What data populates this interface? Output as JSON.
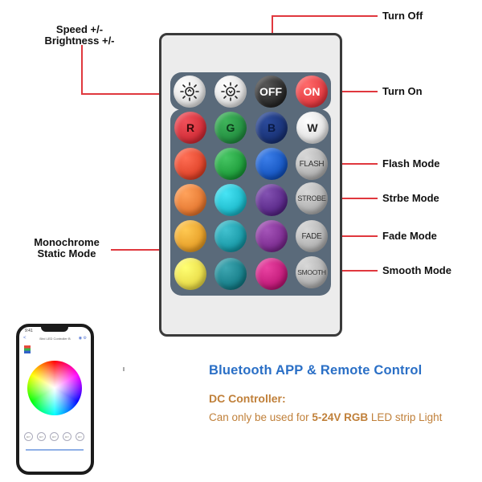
{
  "callouts": {
    "speed": "Speed +/-",
    "brightness": "Brightness +/-",
    "turn_off": "Turn Off",
    "turn_on": "Turn On",
    "flash_mode": "Flash Mode",
    "strobe_mode": "Strbe Mode",
    "fade_mode": "Fade Mode",
    "smooth_mode": "Smooth Mode",
    "monochrome_1": "Monochrome",
    "monochrome_2": "Static Mode"
  },
  "remote": {
    "off": "OFF",
    "on": "ON",
    "r": "R",
    "g": "G",
    "b": "B",
    "w": "W",
    "flash": "FLASH",
    "strobe": "STROBE",
    "fade": "FADE",
    "smooth": "SMOOTH",
    "icons": [
      "brightness-up-icon",
      "brightness-down-icon"
    ]
  },
  "colors": {
    "grid": [
      [
        "#e8462c",
        "#1f9e3c",
        "#1457c2"
      ],
      [
        "#f07a33",
        "#1fbccd",
        "#5b2a8a"
      ],
      [
        "#f2a12a",
        "#1a9aa8",
        "#7d2d91"
      ],
      [
        "#f5e04a",
        "#167f8a",
        "#c21b7a"
      ]
    ],
    "accent_blue": "#2a6fc6",
    "accent_orange": "#c0803a",
    "callout_line": "#e0383e"
  },
  "phone": {
    "status_time": "9:41",
    "title": "Bird LED Controller B",
    "back": "<",
    "icons": "◉ ⚙",
    "dots": [
      "DIY",
      "DIY",
      "DIY",
      "DIY",
      "DIY"
    ]
  },
  "footer": {
    "headline": "Bluetooth APP & Remote Control",
    "dc_title": "DC Controller:",
    "dc_prefix": "Can only be used for ",
    "dc_bold": "5-24V RGB",
    "dc_suffix": " LED strip Light"
  }
}
